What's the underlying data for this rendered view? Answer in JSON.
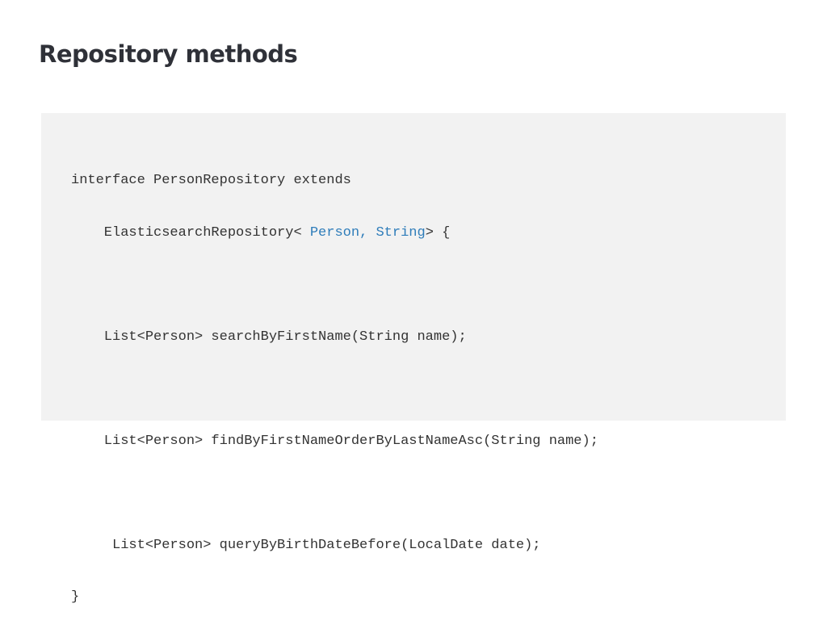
{
  "slide": {
    "title": "Repository methods"
  },
  "code": {
    "line1": "interface PersonRepository extends",
    "line2_prefix": "    ElasticsearchRepository< ",
    "line2_type_params": "Person, String",
    "line2_suffix": "> {",
    "line3": "",
    "line4": "    List<Person> searchByFirstName(String name);",
    "line5": "",
    "line6": "    List<Person> findByFirstNameOrderByLastNameAsc(String name);",
    "line7": "",
    "line8": "     List<Person> queryByBirthDateBefore(LocalDate date);",
    "line9": "}"
  },
  "colors": {
    "title": "#2f3138",
    "code_text": "#333333",
    "type_params": "#2f7dba",
    "code_background": "#f2f2f2"
  }
}
